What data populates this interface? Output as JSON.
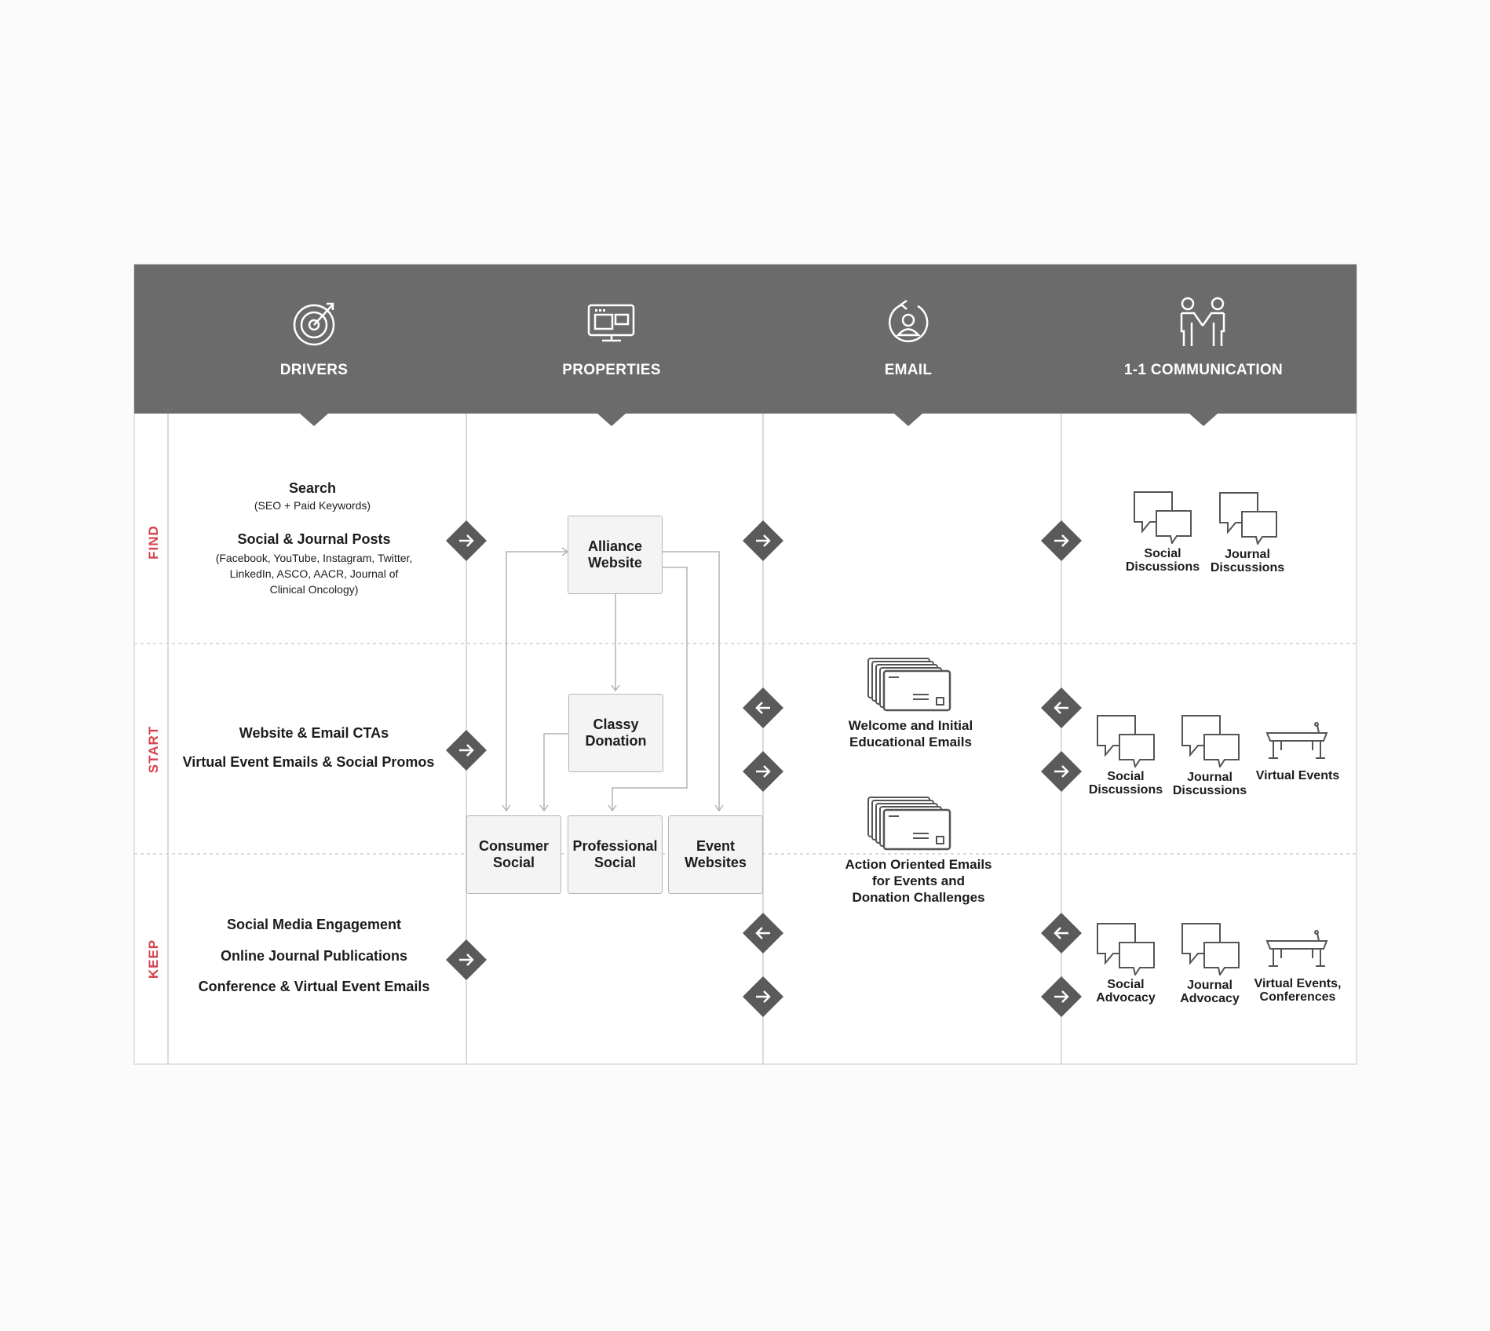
{
  "columns": {
    "drivers": "DRIVERS",
    "properties": "PROPERTIES",
    "email": "EMAIL",
    "communication": "1-1 COMMUNICATION"
  },
  "rows": {
    "find": "FIND",
    "start": "START",
    "keep": "KEEP"
  },
  "drivers": {
    "search": "Search",
    "search_sub": "(SEO + Paid Keywords)",
    "social_journal": "Social & Journal Posts",
    "social_journal_sub": "(Facebook, YouTube, Instagram, Twitter,\nLinkedIn, ASCO, AACR, Journal of\nClinical Oncology)",
    "website_email_ctas": "Website & Email CTAs",
    "virtual_event_emails": "Virtual Event Emails & Social Promos",
    "social_media_engagement": "Social Media Engagement",
    "online_journal": "Online Journal Publications",
    "conference_emails": "Conference & Virtual Event Emails"
  },
  "properties": {
    "alliance_website": "Alliance\nWebsite",
    "classy_donation": "Classy\nDonation",
    "consumer_social": "Consumer\nSocial",
    "professional_social": "Professional\nSocial",
    "event_websites": "Event\nWebsites"
  },
  "email": {
    "welcome": "Welcome and Initial\nEducational Emails",
    "action": "Action Oriented Emails\nfor Events and\nDonation Challenges"
  },
  "communication": {
    "find_social": "Social\nDiscussions",
    "find_journal": "Journal\nDiscussions",
    "start_social": "Social\nDiscussions",
    "start_journal": "Journal\nDiscussions",
    "start_events": "Virtual Events",
    "keep_social": "Social\nAdvocacy",
    "keep_journal": "Journal\nAdvocacy",
    "keep_events": "Virtual Events,\nConferences"
  },
  "colors": {
    "header_bg": "#6b6b6b",
    "diamond": "#5a5a5a",
    "row_label": "#d9414e",
    "line": "#bdbdbd",
    "box_bg": "#f4f4f4"
  },
  "icons": {
    "drivers": "target-icon",
    "properties": "monitor-icon",
    "email": "user-refresh-icon",
    "communication": "handshake-people-icon"
  }
}
